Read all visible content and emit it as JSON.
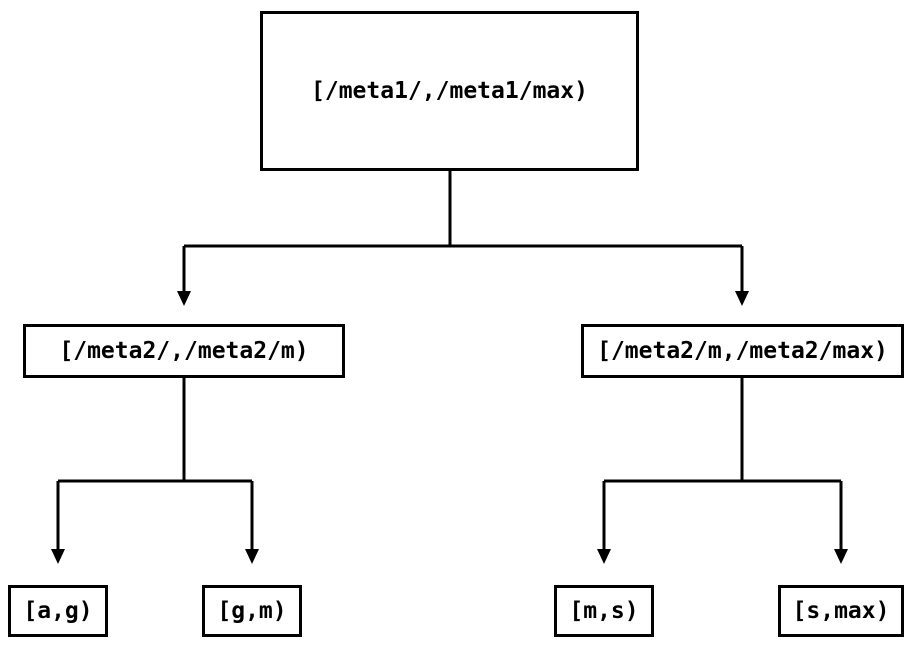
{
  "diagram": {
    "kind": "binary-interval-tree",
    "background": "#ffffff",
    "line_color": "#000000",
    "text_color": "#000000",
    "nodes": {
      "root": {
        "label": "[/meta1/,/meta1/max)"
      },
      "left": {
        "label": "[/meta2/,/meta2/m)"
      },
      "right": {
        "label": "[/meta2/m,/meta2/max)"
      },
      "left_left": {
        "label": "[a,g)"
      },
      "left_right": {
        "label": "[g,m)"
      },
      "right_left": {
        "label": "[m,s)"
      },
      "right_right": {
        "label": "[s,max)"
      }
    },
    "edges": [
      {
        "from": "root",
        "to": "left"
      },
      {
        "from": "root",
        "to": "right"
      },
      {
        "from": "left",
        "to": "left_left"
      },
      {
        "from": "left",
        "to": "left_right"
      },
      {
        "from": "right",
        "to": "right_left"
      },
      {
        "from": "right",
        "to": "right_right"
      }
    ]
  }
}
